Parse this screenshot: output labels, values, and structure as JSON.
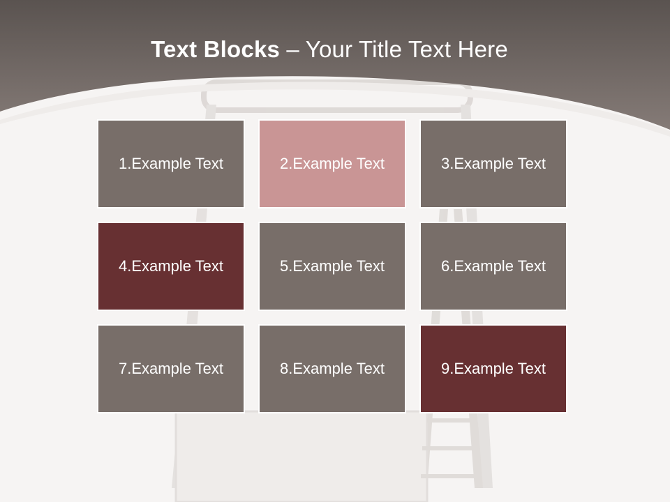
{
  "title": {
    "bold": "Text Blocks",
    "rest": " – Your Title Text Here"
  },
  "colors": {
    "header_dark": "#5a5350",
    "header_light": "#857b77",
    "gray_block": "#786e69",
    "pink_block": "#c99595",
    "maroon_block": "#673032",
    "background": "#f6f4f3"
  },
  "blocks": [
    {
      "label": "1.Example Text",
      "color": "#786e69"
    },
    {
      "label": "2.Example Text",
      "color": "#c99595"
    },
    {
      "label": "3.Example Text",
      "color": "#786e69"
    },
    {
      "label": "4.Example Text",
      "color": "#673032"
    },
    {
      "label": "5.Example Text",
      "color": "#786e69"
    },
    {
      "label": "6.Example Text",
      "color": "#786e69"
    },
    {
      "label": "7.Example Text",
      "color": "#786e69"
    },
    {
      "label": "8.Example Text",
      "color": "#786e69"
    },
    {
      "label": "9.Example Text",
      "color": "#673032"
    }
  ]
}
